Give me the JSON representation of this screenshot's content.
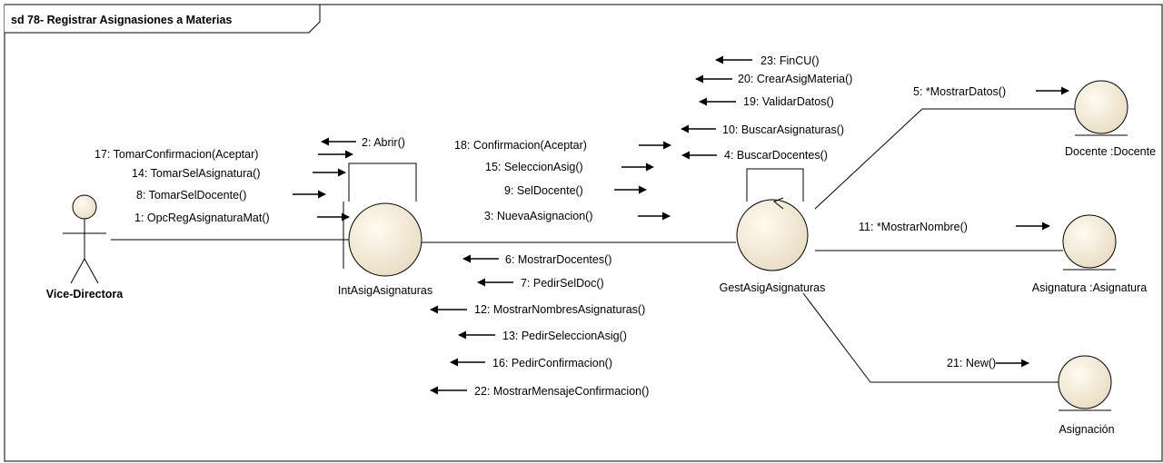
{
  "frame": {
    "title": "sd 78- Registrar Asignasiones  a Materias"
  },
  "actor": {
    "name": "Vice-Directora"
  },
  "objects": {
    "int": "IntAsigAsignaturas",
    "gest": "GestAsigAsignaturas",
    "docente": "Docente :Docente",
    "asignatura": "Asignatura :Asignatura",
    "asignacion": "Asignación"
  },
  "messages": {
    "m1": "1: OpcRegAsignaturaMat()",
    "m2": "2: Abrir()",
    "m3": "3: NuevaAsignacion()",
    "m4": "4: BuscarDocentes()",
    "m5": "5: *MostrarDatos()",
    "m6": "6: MostrarDocentes()",
    "m7": "7: PedirSelDoc()",
    "m8": "8: TomarSelDocente()",
    "m9": "9: SelDocente()",
    "m10": "10: BuscarAsignaturas()",
    "m11": "11: *MostrarNombre()",
    "m12": "12: MostrarNombresAsignaturas()",
    "m13": "13: PedirSeleccionAsig()",
    "m14": "14: TomarSelAsignatura()",
    "m15": "15: SeleccionAsig()",
    "m16": "16: PedirConfirmacion()",
    "m17": "17: TomarConfirmacion(Aceptar)",
    "m18": "18: Confirmacion(Aceptar)",
    "m19": "19: ValidarDatos()",
    "m20": "20: CrearAsigMateria()",
    "m21": "21: New()",
    "m22": "22: MostrarMensajeConfirmacion()",
    "m23": "23: FinCU()"
  }
}
